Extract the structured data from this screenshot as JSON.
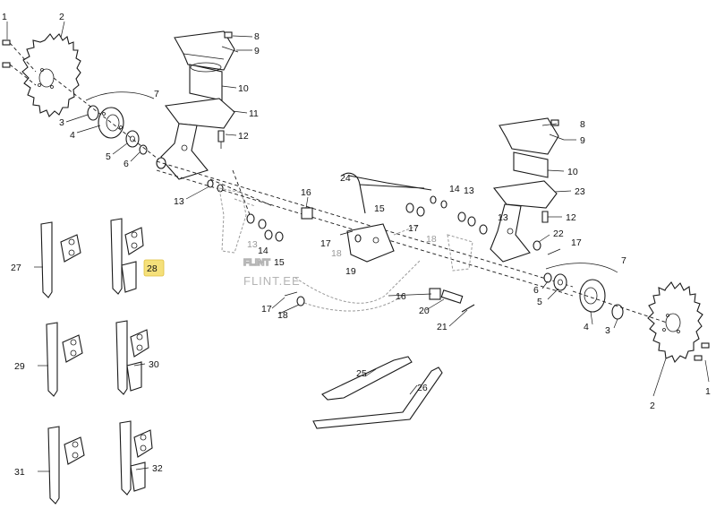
{
  "callouts": [
    {
      "id": "c1a",
      "text": "1"
    },
    {
      "id": "c2a",
      "text": "2"
    },
    {
      "id": "c3a",
      "text": "3"
    },
    {
      "id": "c4a",
      "text": "4"
    },
    {
      "id": "c5a",
      "text": "5"
    },
    {
      "id": "c6a",
      "text": "6"
    },
    {
      "id": "c7a",
      "text": "7"
    },
    {
      "id": "c8a",
      "text": "8"
    },
    {
      "id": "c9a",
      "text": "9"
    },
    {
      "id": "c10a",
      "text": "10"
    },
    {
      "id": "c11",
      "text": "11"
    },
    {
      "id": "c12a",
      "text": "12"
    },
    {
      "id": "c13a",
      "text": "13"
    },
    {
      "id": "c14a",
      "text": "14"
    },
    {
      "id": "c13b",
      "text": "13"
    },
    {
      "id": "c15a",
      "text": "15"
    },
    {
      "id": "c16a",
      "text": "16"
    },
    {
      "id": "c17a",
      "text": "17"
    },
    {
      "id": "c18a",
      "text": "18"
    },
    {
      "id": "c19",
      "text": "19"
    },
    {
      "id": "c24",
      "text": "24"
    },
    {
      "id": "c15b",
      "text": "15"
    },
    {
      "id": "c14b",
      "text": "14"
    },
    {
      "id": "c13c",
      "text": "13"
    },
    {
      "id": "c13d",
      "text": "13"
    },
    {
      "id": "c17b",
      "text": "17"
    },
    {
      "id": "c18b",
      "text": "18"
    },
    {
      "id": "c16b",
      "text": "16"
    },
    {
      "id": "c20",
      "text": "20"
    },
    {
      "id": "c21",
      "text": "21"
    },
    {
      "id": "c17c",
      "text": "17"
    },
    {
      "id": "c18c",
      "text": "18"
    },
    {
      "id": "c8b",
      "text": "8"
    },
    {
      "id": "c9b",
      "text": "9"
    },
    {
      "id": "c10b",
      "text": "10"
    },
    {
      "id": "c23",
      "text": "23"
    },
    {
      "id": "c12b",
      "text": "12"
    },
    {
      "id": "c22",
      "text": "22"
    },
    {
      "id": "c17d",
      "text": "17"
    },
    {
      "id": "c7b",
      "text": "7"
    },
    {
      "id": "c6b",
      "text": "6"
    },
    {
      "id": "c5b",
      "text": "5"
    },
    {
      "id": "c4b",
      "text": "4"
    },
    {
      "id": "c3b",
      "text": "3"
    },
    {
      "id": "c2b",
      "text": "2"
    },
    {
      "id": "c1b",
      "text": "1"
    },
    {
      "id": "c25",
      "text": "25"
    },
    {
      "id": "c26",
      "text": "26"
    },
    {
      "id": "c27",
      "text": "27"
    },
    {
      "id": "c28",
      "text": "28"
    },
    {
      "id": "c29",
      "text": "29"
    },
    {
      "id": "c30",
      "text": "30"
    },
    {
      "id": "c31",
      "text": "31"
    },
    {
      "id": "c32",
      "text": "32"
    }
  ],
  "watermark": {
    "logo": "FLINT",
    "site": "FLINT.EE"
  },
  "highlight_color": "#f5e07a"
}
